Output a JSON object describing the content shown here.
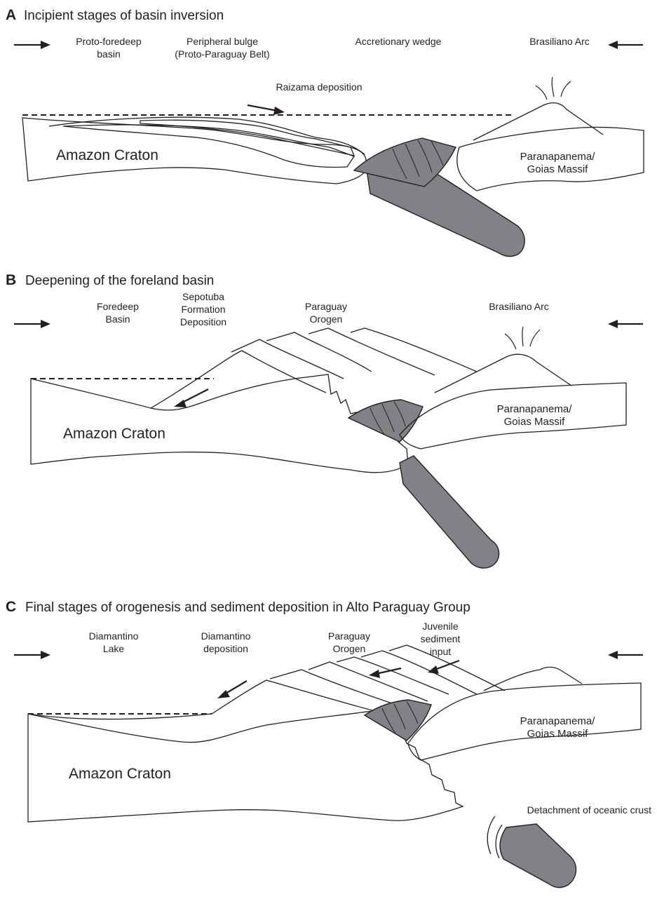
{
  "panels": [
    {
      "letter": "A",
      "title": "Incipient stages of basin inversion",
      "labels": {
        "proto_foredeep": [
          "Proto-foredeep",
          "basin"
        ],
        "peripheral_bulge": [
          "Peripheral bulge",
          "(Proto-Paraguay Belt)"
        ],
        "accretionary_wedge": "Accretionary wedge",
        "brasiliano_arc": "Brasiliano Arc",
        "raizama": "Raizama deposition",
        "amazon_craton": "Amazon Craton",
        "massif": [
          "Paranapanema/",
          "Goias Massif"
        ]
      }
    },
    {
      "letter": "B",
      "title": "Deepening of the foreland basin",
      "labels": {
        "foredeep": [
          "Foredeep",
          "Basin"
        ],
        "sepotuba": [
          "Sepotuba",
          "Formation",
          "Deposition"
        ],
        "orogen": [
          "Paraguay",
          "Orogen"
        ],
        "brasiliano_arc": "Brasiliano Arc",
        "amazon_craton": "Amazon Craton",
        "massif": [
          "Paranapanema/",
          "Goias Massif"
        ]
      }
    },
    {
      "letter": "C",
      "title": "Final stages of orogenesis and sediment deposition in Alto Paraguay Group",
      "labels": {
        "diamantino_lake": [
          "Diamantino",
          "Lake"
        ],
        "diamantino_dep": [
          "Diamantino",
          "deposition"
        ],
        "orogen": [
          "Paraguay",
          "Orogen"
        ],
        "juvenile": [
          "Juvenile",
          "sediment",
          "input"
        ],
        "amazon_craton": "Amazon Craton",
        "massif": [
          "Paranapanema/",
          "Goias Massif"
        ],
        "detachment": "Detachment of oceanic crust"
      }
    }
  ],
  "colors": {
    "ink": "#231f20",
    "slab": "#808285",
    "background": "#ffffff"
  }
}
